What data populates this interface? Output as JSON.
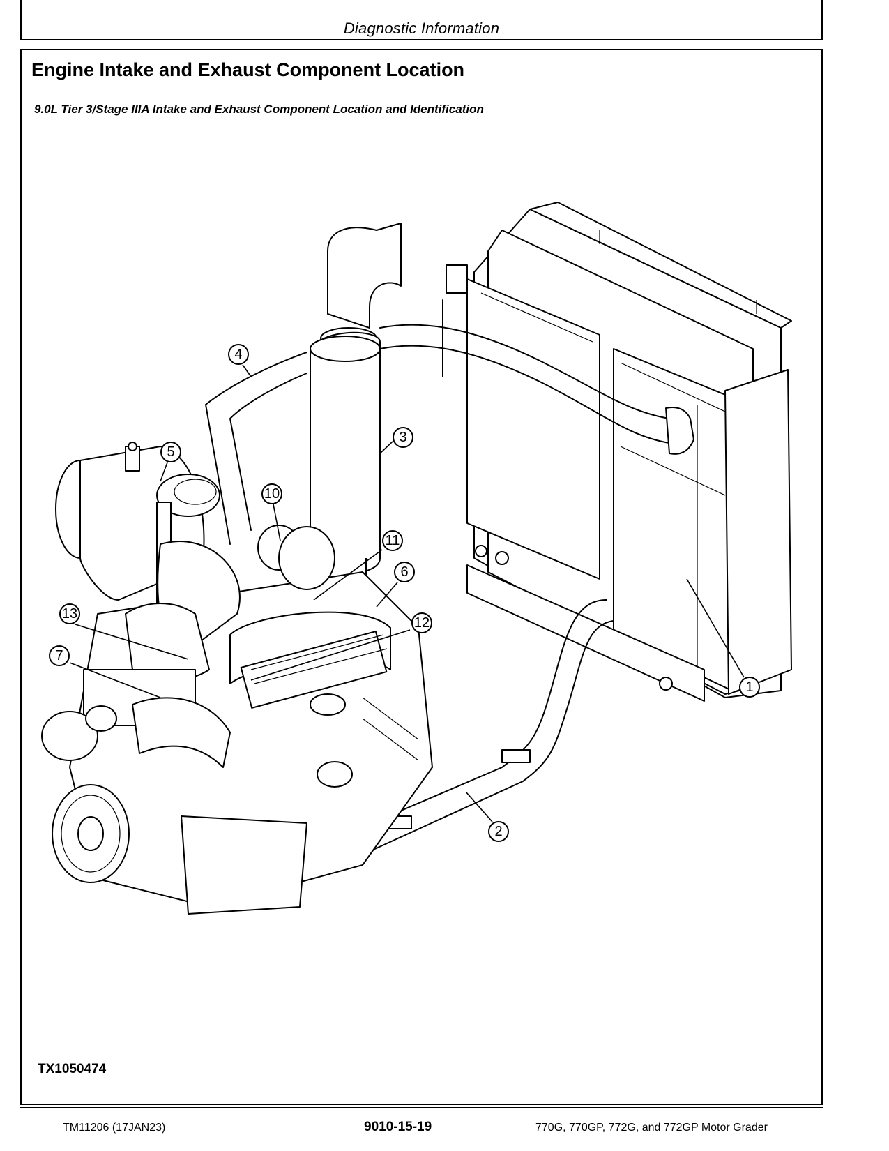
{
  "header": {
    "title": "Diagnostic Information"
  },
  "section": {
    "title": "Engine Intake and Exhaust Component Location",
    "subtitle": "9.0L Tier 3/Stage IIIA Intake and Exhaust Component Location and Identification"
  },
  "figure": {
    "id": "TX1050474",
    "callouts": [
      "1",
      "2",
      "3",
      "4",
      "5",
      "6",
      "7",
      "10",
      "11",
      "12",
      "13"
    ]
  },
  "footer": {
    "left": "TM11206 (17JAN23)",
    "center": "9010-15-19",
    "right": "770G, 770GP, 772G, and 772GP Motor Grader"
  }
}
